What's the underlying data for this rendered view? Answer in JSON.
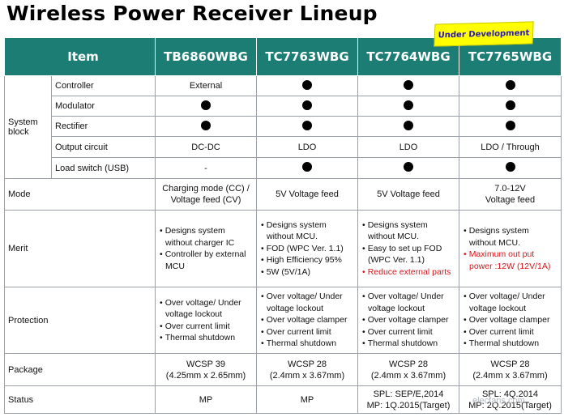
{
  "title": "Wireless Power Receiver Lineup",
  "badge": "Under Development",
  "headers": {
    "item": "Item",
    "products": [
      "TB6860WBG",
      "TC7763WBG",
      "TC7764WBG",
      "TC7765WBG"
    ]
  },
  "system_block": {
    "label": "System block",
    "rows": [
      {
        "name": "Controller",
        "values": [
          "External",
          "●",
          "●",
          "●"
        ]
      },
      {
        "name": "Modulator",
        "values": [
          "●",
          "●",
          "●",
          "●"
        ]
      },
      {
        "name": "Rectifier",
        "values": [
          "●",
          "●",
          "●",
          "●"
        ]
      },
      {
        "name": "Output circuit",
        "values": [
          "DC-DC",
          "LDO",
          "LDO",
          "LDO / Through"
        ]
      },
      {
        "name": "Load switch (USB)",
        "values": [
          "-",
          "●",
          "●",
          "●"
        ]
      }
    ]
  },
  "mode": {
    "label": "Mode",
    "values": [
      [
        "Charging mode (CC) /",
        "Voltage feed (CV)"
      ],
      [
        "5V Voltage feed"
      ],
      [
        "5V Voltage feed"
      ],
      [
        "7.0-12V",
        "Voltage feed"
      ]
    ]
  },
  "merit": {
    "label": "Merit",
    "p1": [
      "Designs system without charger IC",
      "Controller by external MCU"
    ],
    "p2": [
      "Designs system without MCU.",
      "FOD (WPC Ver. 1.1)",
      "High Efficiency 95%",
      "5W (5V/1A)"
    ],
    "p3": [
      "Designs system without MCU.",
      "Easy to set up FOD (WPC Ver. 1.1)",
      "Reduce external parts"
    ],
    "p4": [
      "Designs system without MCU.",
      "Maximum out put power :12W (12V/1A)"
    ]
  },
  "protection": {
    "label": "Protection",
    "p1": [
      "Over voltage/ Under voltage lockout",
      "Over current limit",
      "Thermal shutdown"
    ],
    "p2": [
      "Over voltage/ Under voltage lockout",
      "Over voltage clamper",
      "Over current limit",
      "Thermal shutdown"
    ],
    "p3": [
      "Over voltage/ Under voltage lockout",
      "Over voltage clamper",
      "Over current limit",
      "Thermal shutdown"
    ],
    "p4": [
      "Over voltage/ Under voltage lockout",
      "Over voltage clamper",
      "Over current limit",
      "Thermal shutdown"
    ]
  },
  "package": {
    "label": "Package",
    "values": [
      [
        "WCSP 39",
        "(4.25mm x 2.65mm)"
      ],
      [
        "WCSP 28",
        "(2.4mm x 3.67mm)"
      ],
      [
        "WCSP 28",
        "(2.4mm x 3.67mm)"
      ],
      [
        "WCSP 28",
        "(2.4mm x 3.67mm)"
      ]
    ]
  },
  "status": {
    "label": "Status",
    "values": [
      [
        "MP"
      ],
      [
        "MP"
      ],
      [
        "SPL: SEP/E,2014",
        "MP: 1Q.2015(Target)"
      ],
      [
        "SPL: 4Q.2014",
        "MP: 2Q.2015(Target)"
      ]
    ]
  },
  "watermark": "elecfans.com",
  "colors": {
    "header_bg": "#1b7d74",
    "highlight": "#d9141a",
    "badge_bg": "#ffff00",
    "badge_text": "#2a18b8"
  }
}
